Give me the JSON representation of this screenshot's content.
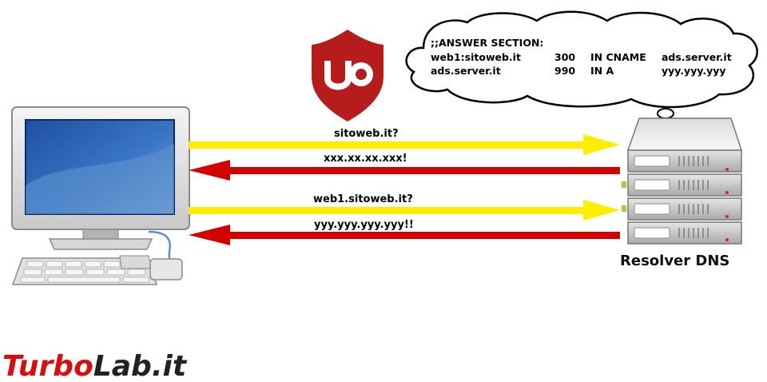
{
  "cloud": {
    "header": ";;ANSWER SECTION:",
    "rows": [
      [
        "web1:sitoweb.it",
        "300",
        "IN CNAME",
        "ads.server.it"
      ],
      [
        "ads.server.it",
        "990",
        "IN A",
        "yyy.yyy.yyy"
      ]
    ]
  },
  "arrows": {
    "query1": "sitoweb.it?",
    "reply1": "xxx.xx.xx.xxx!",
    "query2": "web1.sitoweb.it?",
    "reply2": "yyy.yyy.yyy.yyy!!"
  },
  "resolver_label": "Resolver DNS",
  "shield_icon": "ublock-origin-shield-icon",
  "logo": {
    "part1": "Turbo",
    "part2": "Lab.it"
  },
  "colors": {
    "query_arrow": "#ffee00",
    "reply_arrow": "#d40000",
    "shield": "#b71c1c",
    "logo_red": "#d50f0f",
    "logo_dark": "#222222"
  }
}
